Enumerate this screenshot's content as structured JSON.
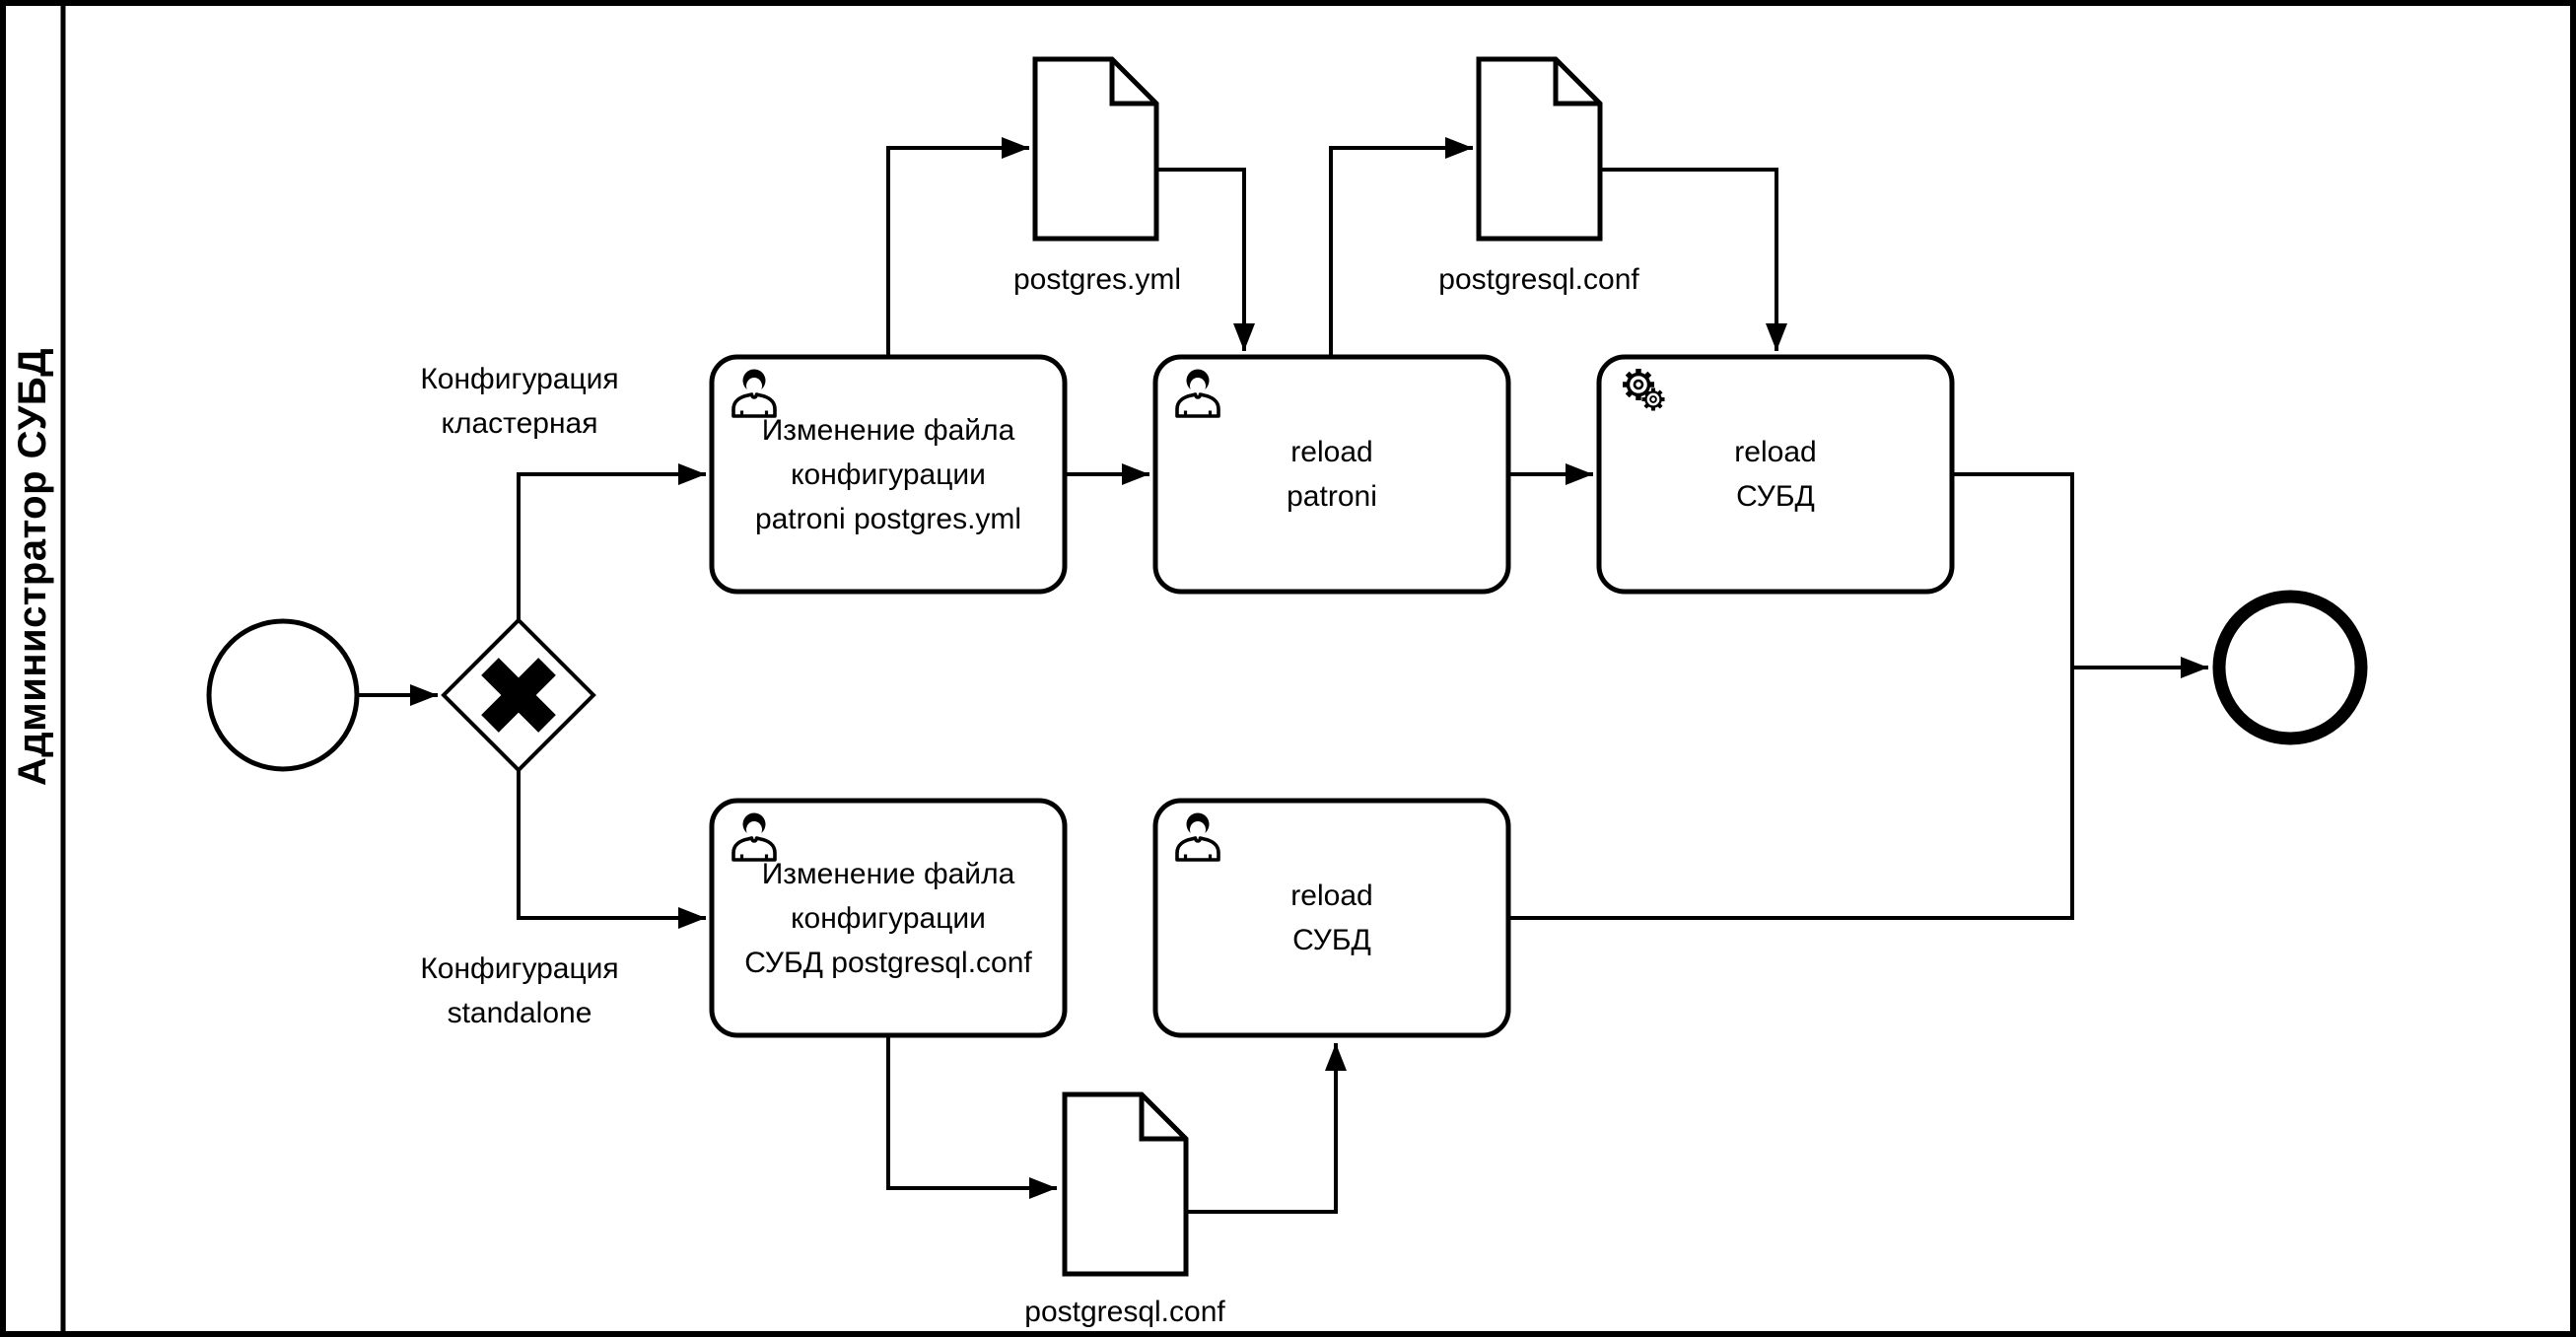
{
  "diagram": {
    "lane_label": "Администратор СУБД"
  },
  "tasks": [
    {
      "id": "change-patroni-config",
      "icon": "user-icon",
      "lines": [
        "Изменение файла",
        "конфигурации",
        "patroni postgres.yml"
      ]
    },
    {
      "id": "reload-patroni",
      "icon": "user-icon",
      "lines": [
        "reload",
        "patroni"
      ]
    },
    {
      "id": "reload-dbms-cluster",
      "icon": "gear-icon",
      "lines": [
        "reload",
        "СУБД"
      ]
    },
    {
      "id": "change-dbms-config",
      "icon": "user-icon",
      "lines": [
        "Изменение файла",
        "конфигурации",
        "СУБД postgresql.conf"
      ]
    },
    {
      "id": "reload-dbms-standalone",
      "icon": "user-icon",
      "lines": [
        "reload",
        "СУБД"
      ]
    }
  ],
  "documents": [
    {
      "label": "postgres.yml"
    },
    {
      "label": "postgresql.conf"
    },
    {
      "label": "postgresql.conf"
    }
  ],
  "flow_labels": [
    {
      "lines": [
        "Конфигурация",
        "кластерная"
      ]
    },
    {
      "lines": [
        "Конфигурация",
        "standalone"
      ]
    }
  ],
  "colors": {
    "stroke": "#000000",
    "background": "#ffffff"
  }
}
